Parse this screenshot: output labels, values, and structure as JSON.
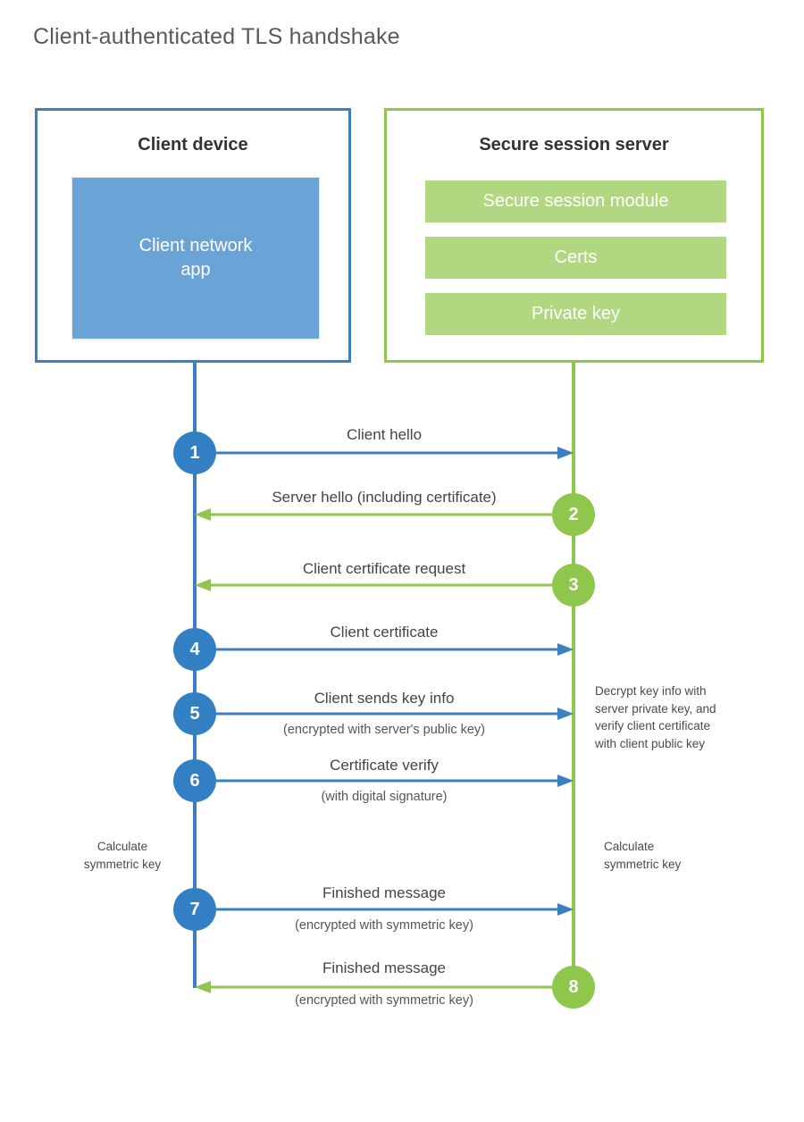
{
  "title": "Client-authenticated TLS handshake",
  "colors": {
    "blue_border": "#3c7fc1",
    "blue_fill": "#6aa4d6",
    "blue_circle": "#3280c3",
    "green_border": "#8fc64c",
    "green_fill": "#b2d781",
    "green_circle": "#8fc64c",
    "text": "#3d3d3d",
    "background": "#ffffff"
  },
  "client": {
    "title": "Client device",
    "app_label": "Client network\napp",
    "app_label_line1": "Client network",
    "app_label_line2": "app"
  },
  "server": {
    "title": "Secure session server",
    "components": [
      {
        "label": "Secure session module"
      },
      {
        "label": "Certs"
      },
      {
        "label": "Private key"
      }
    ]
  },
  "steps": [
    {
      "number": "1",
      "label": "Client hello",
      "sub": "",
      "direction": "right",
      "side": "client"
    },
    {
      "number": "2",
      "label": "Server hello (including certificate)",
      "sub": "",
      "direction": "left",
      "side": "server"
    },
    {
      "number": "3",
      "label": "Client certificate request",
      "sub": "",
      "direction": "left",
      "side": "server"
    },
    {
      "number": "4",
      "label": "Client certificate",
      "sub": "",
      "direction": "right",
      "side": "client"
    },
    {
      "number": "5",
      "label": "Client sends key info",
      "sub": "(encrypted with server's public key)",
      "direction": "right",
      "side": "client"
    },
    {
      "number": "6",
      "label": "Certificate verify",
      "sub": "(with digital signature)",
      "direction": "right",
      "side": "client"
    },
    {
      "number": "7",
      "label": "Finished message",
      "sub": "(encrypted with symmetric key)",
      "direction": "right",
      "side": "client"
    },
    {
      "number": "8",
      "label": "Finished message",
      "sub": "(encrypted with symmetric key)",
      "direction": "left",
      "side": "server"
    }
  ],
  "notes": {
    "server_decrypt": "Decrypt key info with\nserver private key, and\nverify client certificate\nwith client public key",
    "server_decrypt_lines": [
      "Decrypt key info with",
      "server private key, and",
      "verify client certificate",
      "with client public key"
    ],
    "client_calculate_line1": "Calculate",
    "client_calculate_line2": "symmetric key",
    "server_calculate_line1": "Calculate",
    "server_calculate_line2": "symmetric key"
  }
}
